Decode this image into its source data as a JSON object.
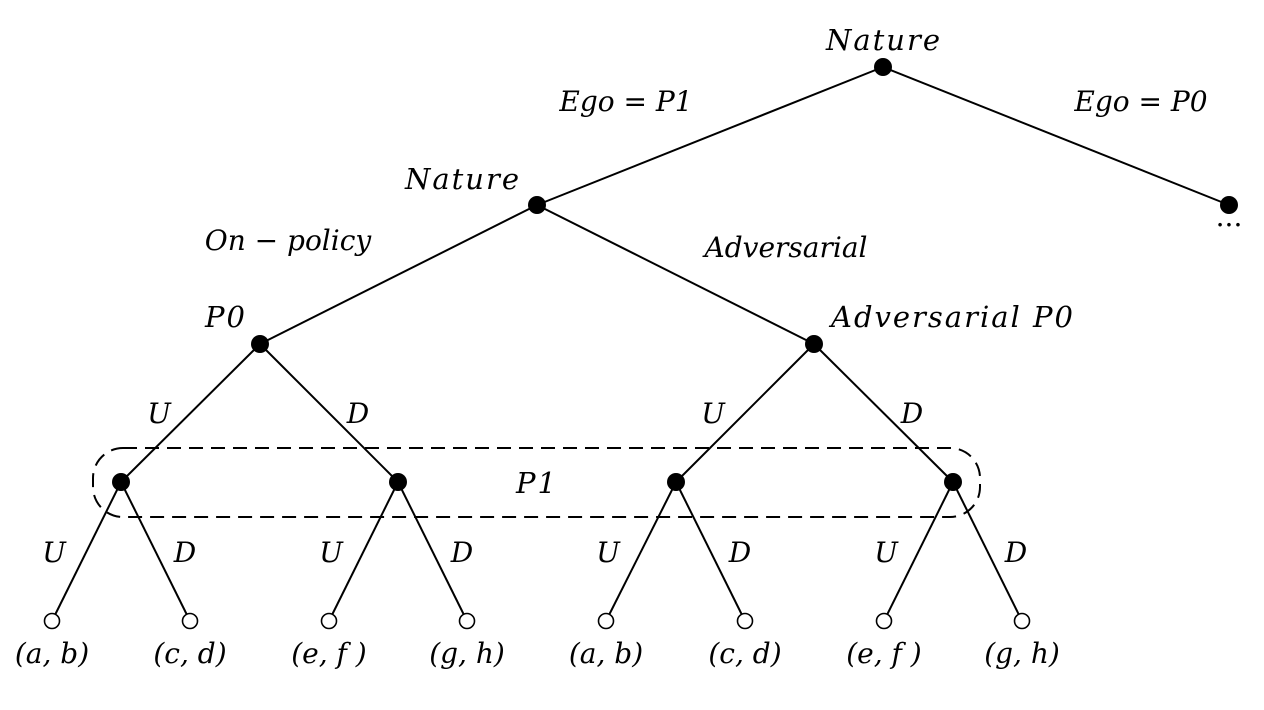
{
  "nodes": {
    "root": "Nature",
    "ego_p1": "Nature",
    "on_policy": "P0",
    "adversarial": "Adversarial P0",
    "infoset": "P1",
    "ego_p0_continuation": "..."
  },
  "edges": {
    "root_left": "Ego = P1",
    "root_right": "Ego = P0",
    "nature_left": "On − policy",
    "nature_right": "Adversarial",
    "p0_left": "U",
    "p0_right": "D",
    "adv_left": "U",
    "adv_right": "D",
    "p1_actions": [
      "U",
      "D",
      "U",
      "D",
      "U",
      "D",
      "U",
      "D"
    ]
  },
  "leaves": [
    "(a, b)",
    "(c, d)",
    "(e, f )",
    "(g, h)",
    "(a, b)",
    "(c, d)",
    "(e, f )",
    "(g, h)"
  ]
}
